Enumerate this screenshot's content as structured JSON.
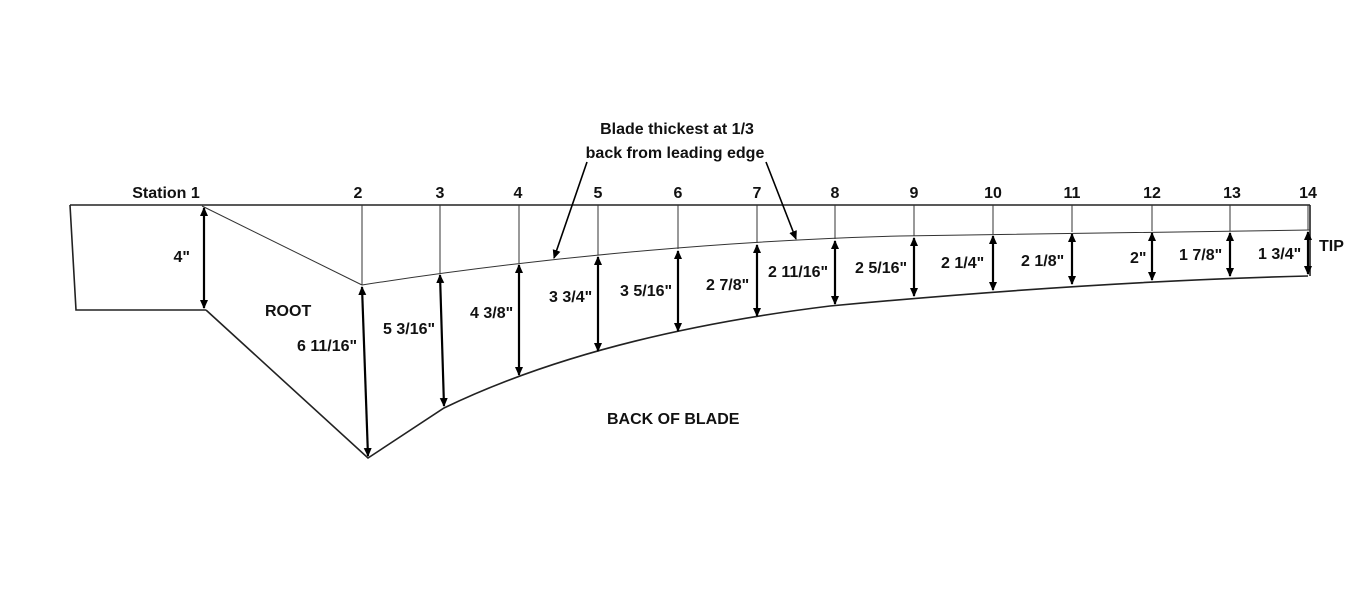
{
  "annotation": {
    "line1": "Blade thickest at 1/3",
    "line2": "back from leading edge"
  },
  "labels": {
    "root": "ROOT",
    "back": "BACK OF BLADE",
    "tip": "TIP"
  },
  "stations": [
    {
      "label": "Station 1",
      "measurement": "4\""
    },
    {
      "label": "2",
      "measurement": "6 11/16\""
    },
    {
      "label": "3",
      "measurement": "5 3/16\""
    },
    {
      "label": "4",
      "measurement": "4 3/8\""
    },
    {
      "label": "5",
      "measurement": "3 3/4\""
    },
    {
      "label": "6",
      "measurement": "3 5/16\""
    },
    {
      "label": "7",
      "measurement": "2 7/8\""
    },
    {
      "label": "8",
      "measurement": "2 11/16\""
    },
    {
      "label": "9",
      "measurement": "2 5/16\""
    },
    {
      "label": "10",
      "measurement": "2 1/4\""
    },
    {
      "label": "11",
      "measurement": "2 1/8\""
    },
    {
      "label": "12",
      "measurement": "2\""
    },
    {
      "label": "13",
      "measurement": "1 7/8\""
    },
    {
      "label": "14",
      "measurement": "1 3/4\""
    }
  ]
}
